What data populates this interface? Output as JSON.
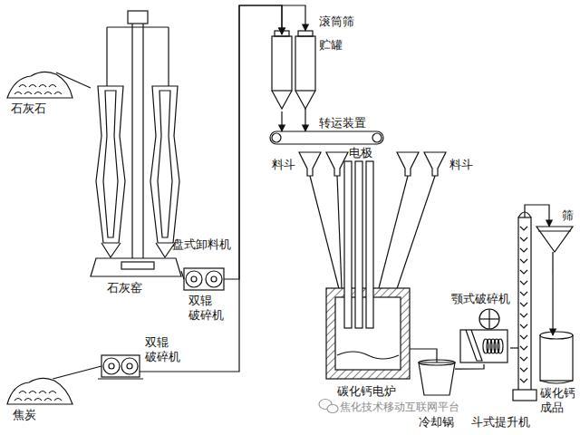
{
  "diagram": {
    "nodes": [
      {
        "text": [
          "石灰石"
        ]
      },
      {
        "text": [
          "石灰窑"
        ]
      },
      {
        "text": [
          "双辊 破碎机"
        ]
      },
      {
        "text": [
          "焦炭"
        ]
      },
      {
        "text": [
          "双辊 破碎机"
        ]
      },
      {
        "text": [
          "滚筒筛",
          "贮罐"
        ]
      },
      {
        "text": [
          "转运装置"
        ]
      },
      {
        "text": [
          "料斗"
        ]
      },
      {
        "text": [
          "料斗"
        ]
      },
      {
        "text": [
          "碳化钙电炉"
        ]
      },
      {
        "text": [
          "冷却锅"
        ]
      },
      {
        "text": [
          "颚式破碎机"
        ]
      },
      {
        "text": [
          "斗式提升机"
        ]
      },
      {
        "text": [
          "筛"
        ]
      },
      {
        "text": [
          "碳化钙 成品"
        ]
      }
    ],
    "edges": [
      {
        "from": 0,
        "to": 1,
        "arrow": "none"
      },
      {
        "from": 1,
        "to": 2,
        "arrow": "none"
      },
      {
        "from": 2,
        "to": 5,
        "arrow": "to"
      },
      {
        "from": 3,
        "to": 4,
        "arrow": "none"
      },
      {
        "from": 4,
        "to": 5,
        "arrow": "to"
      },
      {
        "from": 5,
        "to": 6,
        "arrow": "to"
      },
      {
        "from": 7,
        "to": 9,
        "arrow": "none"
      },
      {
        "from": 8,
        "to": 9,
        "arrow": "none"
      },
      {
        "from": 9,
        "to": 10,
        "arrow": "none"
      },
      {
        "from": 10,
        "to": 11,
        "arrow": "none"
      },
      {
        "from": 11,
        "to": 12,
        "arrow": "none"
      },
      {
        "from": 12,
        "to": 13,
        "arrow": "to"
      },
      {
        "from": 13,
        "to": 14,
        "arrow": "to"
      }
    ],
    "labels": [
      "盘式卸料机",
      "电极",
      "焦化技术移动互联网平台"
    ]
  }
}
